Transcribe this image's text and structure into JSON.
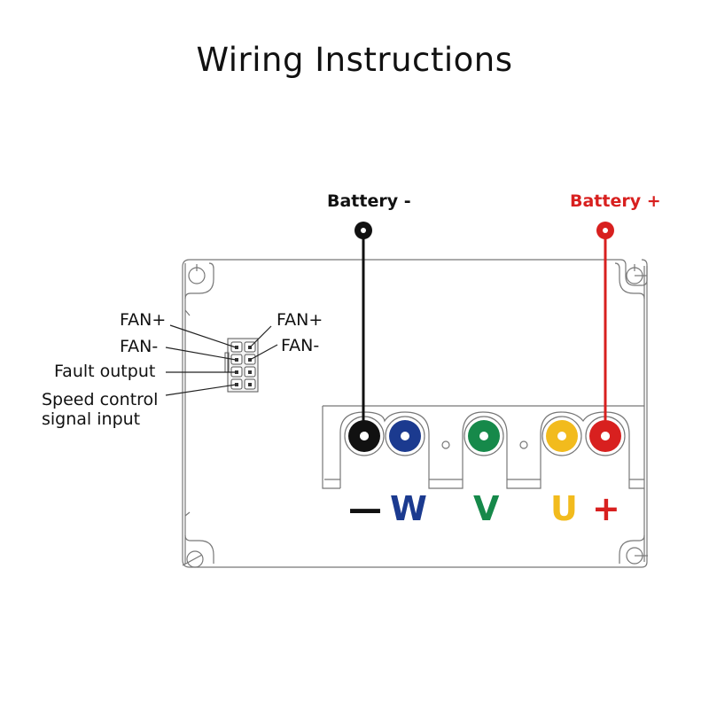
{
  "title": "Wiring Instructions",
  "battery": {
    "negative": {
      "label": "Battery -",
      "color": "#111111"
    },
    "positive": {
      "label": "Battery +",
      "color": "#d8201f"
    }
  },
  "connector_pins": {
    "left": [
      {
        "label": "FAN+"
      },
      {
        "label": "FAN-"
      },
      {
        "label": "Fault output"
      },
      {
        "label": "Speed control\nsignal input",
        "line1": "Speed control",
        "line2": "signal input"
      }
    ],
    "right": [
      {
        "label": "FAN+"
      },
      {
        "label": "FAN-"
      }
    ]
  },
  "terminals": [
    {
      "label": "—",
      "name": "negative",
      "color": "#111111"
    },
    {
      "label": "W",
      "name": "phase-w",
      "color": "#1b3a8f"
    },
    {
      "label": "V",
      "name": "phase-v",
      "color": "#16894a"
    },
    {
      "label": "U",
      "name": "phase-u",
      "color": "#f2bb1d"
    },
    {
      "label": "+",
      "name": "positive",
      "color": "#d8201f"
    }
  ]
}
